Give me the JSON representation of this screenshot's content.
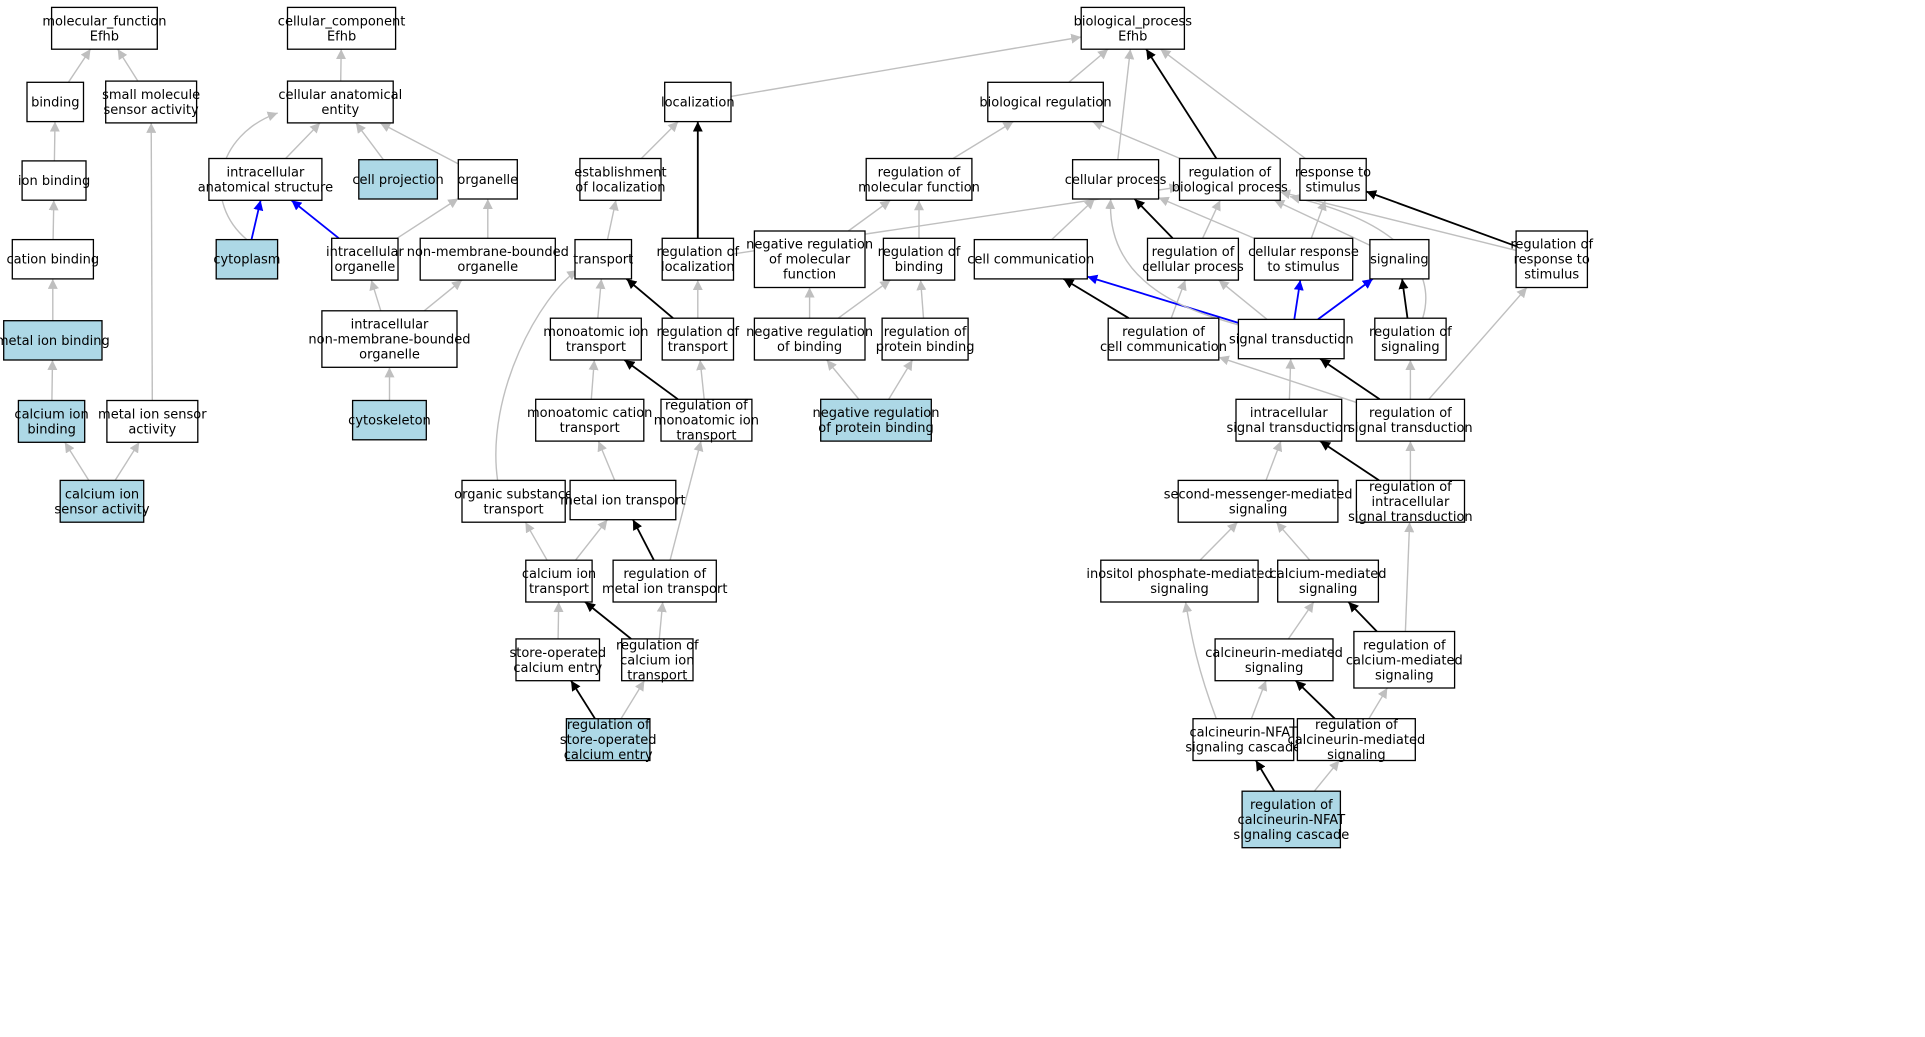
{
  "colors": {
    "default_fill": "#ffffff",
    "highlight_fill": "#add8e6",
    "node_border": "#000000",
    "edge_is_a": "#bfbfbf",
    "edge_regulates": "#000000",
    "edge_part_of": "#0000ff"
  },
  "nodes": [
    {
      "id": "mf",
      "lines": [
        "molecular_function",
        "Efhb"
      ],
      "highlight": false
    },
    {
      "id": "cc",
      "lines": [
        "cellular_component",
        "Efhb"
      ],
      "highlight": false
    },
    {
      "id": "bp",
      "lines": [
        "biological_process",
        "Efhb"
      ],
      "highlight": false
    },
    {
      "id": "binding",
      "lines": [
        "binding"
      ],
      "highlight": false
    },
    {
      "id": "smsa",
      "lines": [
        "small molecule",
        "sensor activity"
      ],
      "highlight": false
    },
    {
      "id": "ion_binding",
      "lines": [
        "ion binding"
      ],
      "highlight": false
    },
    {
      "id": "cation_binding",
      "lines": [
        "cation binding"
      ],
      "highlight": false
    },
    {
      "id": "metal_ion_binding",
      "lines": [
        "metal ion binding"
      ],
      "highlight": true
    },
    {
      "id": "calcium_ion_binding",
      "lines": [
        "calcium ion",
        "binding"
      ],
      "highlight": true
    },
    {
      "id": "misa",
      "lines": [
        "metal ion sensor",
        "activity"
      ],
      "highlight": false
    },
    {
      "id": "cisa",
      "lines": [
        "calcium ion",
        "sensor activity"
      ],
      "highlight": true
    },
    {
      "id": "cae",
      "lines": [
        "cellular anatomical",
        "entity"
      ],
      "highlight": false
    },
    {
      "id": "ias",
      "lines": [
        "intracellular",
        "anatomical structure"
      ],
      "highlight": false
    },
    {
      "id": "cell_projection",
      "lines": [
        "cell projection"
      ],
      "highlight": true
    },
    {
      "id": "organelle",
      "lines": [
        "organelle"
      ],
      "highlight": false
    },
    {
      "id": "cytoplasm",
      "lines": [
        "cytoplasm"
      ],
      "highlight": true
    },
    {
      "id": "intra_organelle",
      "lines": [
        "intracellular",
        "organelle"
      ],
      "highlight": false
    },
    {
      "id": "nmbo",
      "lines": [
        "non-membrane-bounded",
        "organelle"
      ],
      "highlight": false
    },
    {
      "id": "inmbo",
      "lines": [
        "intracellular",
        "non-membrane-bounded",
        "organelle"
      ],
      "highlight": false
    },
    {
      "id": "cytoskeleton",
      "lines": [
        "cytoskeleton"
      ],
      "highlight": true
    },
    {
      "id": "localization",
      "lines": [
        "localization"
      ],
      "highlight": false
    },
    {
      "id": "est_loc",
      "lines": [
        "establishment",
        "of localization"
      ],
      "highlight": false
    },
    {
      "id": "transport",
      "lines": [
        "transport"
      ],
      "highlight": false
    },
    {
      "id": "reg_loc",
      "lines": [
        "regulation of",
        "localization"
      ],
      "highlight": false
    },
    {
      "id": "mono_ion_transport",
      "lines": [
        "monoatomic ion",
        "transport"
      ],
      "highlight": false
    },
    {
      "id": "reg_transport",
      "lines": [
        "regulation of",
        "transport"
      ],
      "highlight": false
    },
    {
      "id": "mono_cation_transport",
      "lines": [
        "monoatomic cation",
        "transport"
      ],
      "highlight": false
    },
    {
      "id": "reg_mono_ion_transport",
      "lines": [
        "regulation of",
        "monoatomic ion",
        "transport"
      ],
      "highlight": false
    },
    {
      "id": "org_sub_transport",
      "lines": [
        "organic substance",
        "transport"
      ],
      "highlight": false
    },
    {
      "id": "metal_ion_transport",
      "lines": [
        "metal ion transport"
      ],
      "highlight": false
    },
    {
      "id": "ca_ion_transport",
      "lines": [
        "calcium ion",
        "transport"
      ],
      "highlight": false
    },
    {
      "id": "reg_metal_ion_transport",
      "lines": [
        "regulation of",
        "metal ion transport"
      ],
      "highlight": false
    },
    {
      "id": "soce",
      "lines": [
        "store-operated",
        "calcium entry"
      ],
      "highlight": false
    },
    {
      "id": "reg_ca_ion_transport",
      "lines": [
        "regulation of",
        "calcium ion",
        "transport"
      ],
      "highlight": false
    },
    {
      "id": "reg_soce",
      "lines": [
        "regulation of",
        "store-operated",
        "calcium entry"
      ],
      "highlight": true
    },
    {
      "id": "bio_reg",
      "lines": [
        "biological regulation"
      ],
      "highlight": false
    },
    {
      "id": "reg_mol_func",
      "lines": [
        "regulation of",
        "molecular function"
      ],
      "highlight": false
    },
    {
      "id": "cellular_process",
      "lines": [
        "cellular process"
      ],
      "highlight": false
    },
    {
      "id": "reg_bio_proc",
      "lines": [
        "regulation of",
        "biological process"
      ],
      "highlight": false
    },
    {
      "id": "resp_stim",
      "lines": [
        "response to",
        "stimulus"
      ],
      "highlight": false
    },
    {
      "id": "neg_reg_mol_func",
      "lines": [
        "negative regulation",
        "of molecular",
        "function"
      ],
      "highlight": false
    },
    {
      "id": "reg_binding",
      "lines": [
        "regulation of",
        "binding"
      ],
      "highlight": false
    },
    {
      "id": "cell_comm",
      "lines": [
        "cell communication"
      ],
      "highlight": false
    },
    {
      "id": "reg_cell_proc",
      "lines": [
        "regulation of",
        "cellular process"
      ],
      "highlight": false
    },
    {
      "id": "cell_resp_stim",
      "lines": [
        "cellular response",
        "to stimulus"
      ],
      "highlight": false
    },
    {
      "id": "signaling",
      "lines": [
        "signaling"
      ],
      "highlight": false
    },
    {
      "id": "reg_resp_stim",
      "lines": [
        "regulation of",
        "response to",
        "stimulus"
      ],
      "highlight": false
    },
    {
      "id": "neg_reg_binding",
      "lines": [
        "negative regulation",
        "of binding"
      ],
      "highlight": false
    },
    {
      "id": "reg_prot_binding",
      "lines": [
        "regulation of",
        "protein binding"
      ],
      "highlight": false
    },
    {
      "id": "reg_cell_comm",
      "lines": [
        "regulation of",
        "cell communication"
      ],
      "highlight": false
    },
    {
      "id": "sig_trans",
      "lines": [
        "signal transduction"
      ],
      "highlight": false
    },
    {
      "id": "reg_signaling",
      "lines": [
        "regulation of",
        "signaling"
      ],
      "highlight": false
    },
    {
      "id": "neg_reg_prot_binding",
      "lines": [
        "negative regulation",
        "of protein binding"
      ],
      "highlight": true
    },
    {
      "id": "intra_sig_trans",
      "lines": [
        "intracellular",
        "signal transduction"
      ],
      "highlight": false
    },
    {
      "id": "reg_sig_trans",
      "lines": [
        "regulation of",
        "signal transduction"
      ],
      "highlight": false
    },
    {
      "id": "sec_msg",
      "lines": [
        "second-messenger-mediated",
        "signaling"
      ],
      "highlight": false
    },
    {
      "id": "reg_intra_sig_trans",
      "lines": [
        "regulation of",
        "intracellular",
        "signal transduction"
      ],
      "highlight": false
    },
    {
      "id": "inositol",
      "lines": [
        "inositol phosphate-mediated",
        "signaling"
      ],
      "highlight": false
    },
    {
      "id": "ca_med",
      "lines": [
        "calcium-mediated",
        "signaling"
      ],
      "highlight": false
    },
    {
      "id": "calcineurin_med",
      "lines": [
        "calcineurin-mediated",
        "signaling"
      ],
      "highlight": false
    },
    {
      "id": "reg_ca_med",
      "lines": [
        "regulation of",
        "calcium-mediated",
        "signaling"
      ],
      "highlight": false
    },
    {
      "id": "cn_nfat",
      "lines": [
        "calcineurin-NFAT",
        "signaling cascade"
      ],
      "highlight": false
    },
    {
      "id": "reg_calcineurin_med",
      "lines": [
        "regulation of",
        "calcineurin-mediated",
        "signaling"
      ],
      "highlight": false
    },
    {
      "id": "reg_cn_nfat",
      "lines": [
        "regulation of",
        "calcineurin-NFAT",
        "signaling cascade"
      ],
      "highlight": true
    }
  ],
  "edges": [
    {
      "from": "binding",
      "to": "mf",
      "type": "is_a"
    },
    {
      "from": "smsa",
      "to": "mf",
      "type": "is_a"
    },
    {
      "from": "ion_binding",
      "to": "binding",
      "type": "is_a"
    },
    {
      "from": "cation_binding",
      "to": "ion_binding",
      "type": "is_a"
    },
    {
      "from": "metal_ion_binding",
      "to": "cation_binding",
      "type": "is_a"
    },
    {
      "from": "calcium_ion_binding",
      "to": "metal_ion_binding",
      "type": "is_a"
    },
    {
      "from": "misa",
      "to": "smsa",
      "type": "is_a"
    },
    {
      "from": "cisa",
      "to": "calcium_ion_binding",
      "type": "is_a"
    },
    {
      "from": "cisa",
      "to": "misa",
      "type": "is_a"
    },
    {
      "from": "cae",
      "to": "cc",
      "type": "is_a"
    },
    {
      "from": "ias",
      "to": "cae",
      "type": "is_a"
    },
    {
      "from": "cell_projection",
      "to": "cae",
      "type": "is_a"
    },
    {
      "from": "organelle",
      "to": "cae",
      "type": "is_a"
    },
    {
      "from": "cytoplasm",
      "to": "cae",
      "type": "is_a"
    },
    {
      "from": "cytoplasm",
      "to": "ias",
      "type": "part_of"
    },
    {
      "from": "intra_organelle",
      "to": "ias",
      "type": "part_of"
    },
    {
      "from": "intra_organelle",
      "to": "organelle",
      "type": "is_a"
    },
    {
      "from": "nmbo",
      "to": "organelle",
      "type": "is_a"
    },
    {
      "from": "inmbo",
      "to": "intra_organelle",
      "type": "is_a"
    },
    {
      "from": "inmbo",
      "to": "nmbo",
      "type": "is_a"
    },
    {
      "from": "cytoskeleton",
      "to": "inmbo",
      "type": "is_a"
    },
    {
      "from": "localization",
      "to": "bp",
      "type": "is_a"
    },
    {
      "from": "est_loc",
      "to": "localization",
      "type": "is_a"
    },
    {
      "from": "transport",
      "to": "est_loc",
      "type": "is_a"
    },
    {
      "from": "reg_loc",
      "to": "localization",
      "type": "regulates"
    },
    {
      "from": "mono_ion_transport",
      "to": "transport",
      "type": "is_a"
    },
    {
      "from": "reg_transport",
      "to": "transport",
      "type": "regulates"
    },
    {
      "from": "reg_transport",
      "to": "reg_loc",
      "type": "is_a"
    },
    {
      "from": "mono_cation_transport",
      "to": "mono_ion_transport",
      "type": "is_a"
    },
    {
      "from": "reg_mono_ion_transport",
      "to": "mono_ion_transport",
      "type": "regulates"
    },
    {
      "from": "reg_mono_ion_transport",
      "to": "reg_transport",
      "type": "is_a"
    },
    {
      "from": "org_sub_transport",
      "to": "transport",
      "type": "is_a"
    },
    {
      "from": "metal_ion_transport",
      "to": "mono_cation_transport",
      "type": "is_a"
    },
    {
      "from": "ca_ion_transport",
      "to": "org_sub_transport",
      "type": "is_a"
    },
    {
      "from": "ca_ion_transport",
      "to": "metal_ion_transport",
      "type": "is_a"
    },
    {
      "from": "reg_metal_ion_transport",
      "to": "metal_ion_transport",
      "type": "regulates"
    },
    {
      "from": "reg_metal_ion_transport",
      "to": "reg_mono_ion_transport",
      "type": "is_a"
    },
    {
      "from": "soce",
      "to": "ca_ion_transport",
      "type": "is_a"
    },
    {
      "from": "reg_ca_ion_transport",
      "to": "ca_ion_transport",
      "type": "regulates"
    },
    {
      "from": "reg_ca_ion_transport",
      "to": "reg_metal_ion_transport",
      "type": "is_a"
    },
    {
      "from": "reg_soce",
      "to": "soce",
      "type": "regulates"
    },
    {
      "from": "reg_soce",
      "to": "reg_ca_ion_transport",
      "type": "is_a"
    },
    {
      "from": "bio_reg",
      "to": "bp",
      "type": "is_a"
    },
    {
      "from": "reg_mol_func",
      "to": "bio_reg",
      "type": "is_a"
    },
    {
      "from": "cellular_process",
      "to": "bp",
      "type": "is_a"
    },
    {
      "from": "reg_bio_proc",
      "to": "bp",
      "type": "regulates"
    },
    {
      "from": "reg_bio_proc",
      "to": "bio_reg",
      "type": "is_a"
    },
    {
      "from": "resp_stim",
      "to": "bp",
      "type": "is_a"
    },
    {
      "from": "neg_reg_mol_func",
      "to": "reg_mol_func",
      "type": "is_a"
    },
    {
      "from": "reg_binding",
      "to": "reg_mol_func",
      "type": "is_a"
    },
    {
      "from": "reg_loc",
      "to": "reg_bio_proc",
      "type": "is_a"
    },
    {
      "from": "cell_comm",
      "to": "cellular_process",
      "type": "is_a"
    },
    {
      "from": "reg_cell_proc",
      "to": "cellular_process",
      "type": "regulates"
    },
    {
      "from": "reg_cell_proc",
      "to": "reg_bio_proc",
      "type": "is_a"
    },
    {
      "from": "cell_resp_stim",
      "to": "cellular_process",
      "type": "is_a"
    },
    {
      "from": "cell_resp_stim",
      "to": "resp_stim",
      "type": "is_a"
    },
    {
      "from": "signaling",
      "to": "reg_bio_proc",
      "type": "is_a"
    },
    {
      "from": "reg_resp_stim",
      "to": "resp_stim",
      "type": "regulates"
    },
    {
      "from": "reg_resp_stim",
      "to": "reg_bio_proc",
      "type": "is_a"
    },
    {
      "from": "neg_reg_binding",
      "to": "neg_reg_mol_func",
      "type": "is_a"
    },
    {
      "from": "neg_reg_binding",
      "to": "reg_binding",
      "type": "is_a"
    },
    {
      "from": "reg_prot_binding",
      "to": "reg_binding",
      "type": "is_a"
    },
    {
      "from": "neg_reg_prot_binding",
      "to": "neg_reg_binding",
      "type": "is_a"
    },
    {
      "from": "neg_reg_prot_binding",
      "to": "reg_prot_binding",
      "type": "is_a"
    },
    {
      "from": "reg_cell_comm",
      "to": "cell_comm",
      "type": "regulates"
    },
    {
      "from": "reg_cell_comm",
      "to": "reg_cell_proc",
      "type": "is_a"
    },
    {
      "from": "sig_trans",
      "to": "cell_comm",
      "type": "part_of"
    },
    {
      "from": "sig_trans",
      "to": "cellular_process",
      "type": "is_a"
    },
    {
      "from": "sig_trans",
      "to": "reg_cell_proc",
      "type": "is_a"
    },
    {
      "from": "sig_trans",
      "to": "cell_resp_stim",
      "type": "part_of"
    },
    {
      "from": "sig_trans",
      "to": "signaling",
      "type": "part_of"
    },
    {
      "from": "reg_signaling",
      "to": "signaling",
      "type": "regulates"
    },
    {
      "from": "reg_signaling",
      "to": "reg_bio_proc",
      "type": "is_a"
    },
    {
      "from": "intra_sig_trans",
      "to": "sig_trans",
      "type": "is_a"
    },
    {
      "from": "reg_sig_trans",
      "to": "sig_trans",
      "type": "regulates"
    },
    {
      "from": "reg_sig_trans",
      "to": "reg_signaling",
      "type": "is_a"
    },
    {
      "from": "reg_sig_trans",
      "to": "reg_cell_comm",
      "type": "is_a"
    },
    {
      "from": "reg_sig_trans",
      "to": "reg_resp_stim",
      "type": "is_a"
    },
    {
      "from": "sec_msg",
      "to": "intra_sig_trans",
      "type": "is_a"
    },
    {
      "from": "reg_intra_sig_trans",
      "to": "intra_sig_trans",
      "type": "regulates"
    },
    {
      "from": "reg_intra_sig_trans",
      "to": "reg_sig_trans",
      "type": "is_a"
    },
    {
      "from": "inositol",
      "to": "sec_msg",
      "type": "is_a"
    },
    {
      "from": "ca_med",
      "to": "sec_msg",
      "type": "is_a"
    },
    {
      "from": "calcineurin_med",
      "to": "ca_med",
      "type": "is_a"
    },
    {
      "from": "reg_ca_med",
      "to": "ca_med",
      "type": "regulates"
    },
    {
      "from": "reg_ca_med",
      "to": "reg_intra_sig_trans",
      "type": "is_a"
    },
    {
      "from": "cn_nfat",
      "to": "inositol",
      "type": "is_a"
    },
    {
      "from": "cn_nfat",
      "to": "calcineurin_med",
      "type": "is_a"
    },
    {
      "from": "reg_calcineurin_med",
      "to": "calcineurin_med",
      "type": "regulates"
    },
    {
      "from": "reg_calcineurin_med",
      "to": "reg_ca_med",
      "type": "is_a"
    },
    {
      "from": "reg_cn_nfat",
      "to": "cn_nfat",
      "type": "regulates"
    },
    {
      "from": "reg_cn_nfat",
      "to": "reg_calcineurin_med",
      "type": "is_a"
    }
  ]
}
